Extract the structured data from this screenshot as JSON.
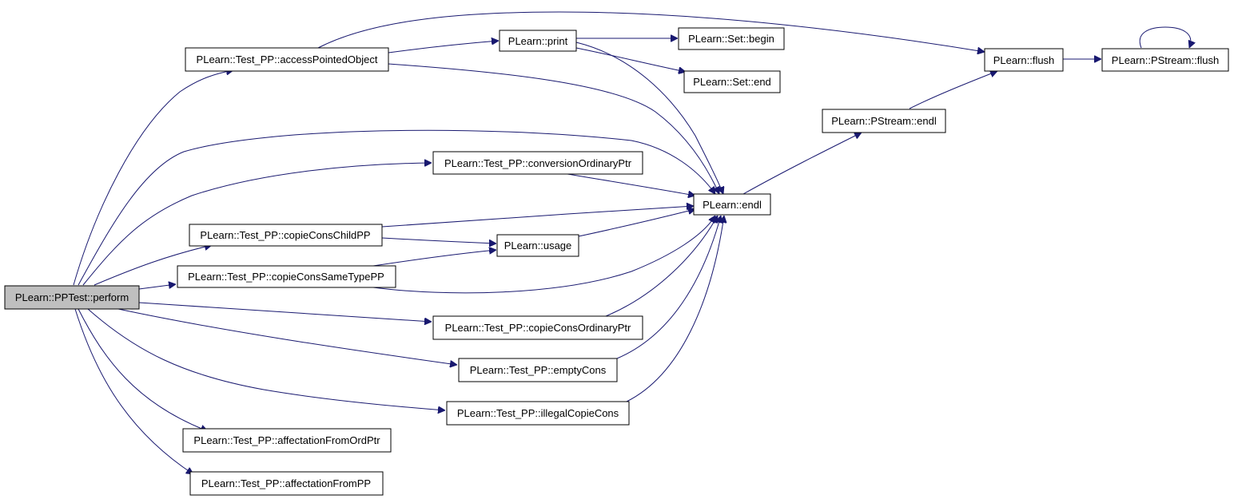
{
  "nodes": {
    "perform": "PLearn::PPTest::perform",
    "accessPointedObject": "PLearn::Test_PP::accessPointedObject",
    "print": "PLearn::print",
    "setBegin": "PLearn::Set::begin",
    "setEnd": "PLearn::Set::end",
    "flush": "PLearn::flush",
    "pstreamFlush": "PLearn::PStream::flush",
    "pstreamEndl": "PLearn::PStream::endl",
    "endl": "PLearn::endl",
    "conversionOrdinaryPtr": "PLearn::Test_PP::conversionOrdinaryPtr",
    "copieConsChildPP": "PLearn::Test_PP::copieConsChildPP",
    "usage": "PLearn::usage",
    "copieConsSameTypePP": "PLearn::Test_PP::copieConsSameTypePP",
    "copieConsOrdinaryPtr": "PLearn::Test_PP::copieConsOrdinaryPtr",
    "emptyCons": "PLearn::Test_PP::emptyCons",
    "illegalCopieCons": "PLearn::Test_PP::illegalCopieCons",
    "affectationFromOrdPtr": "PLearn::Test_PP::affectationFromOrdPtr",
    "affectationFromPP": "PLearn::Test_PP::affectationFromPP"
  },
  "edges": [
    [
      "perform",
      "accessPointedObject"
    ],
    [
      "perform",
      "endl"
    ],
    [
      "perform",
      "conversionOrdinaryPtr"
    ],
    [
      "perform",
      "copieConsChildPP"
    ],
    [
      "perform",
      "copieConsSameTypePP"
    ],
    [
      "perform",
      "copieConsOrdinaryPtr"
    ],
    [
      "perform",
      "emptyCons"
    ],
    [
      "perform",
      "illegalCopieCons"
    ],
    [
      "perform",
      "affectationFromOrdPtr"
    ],
    [
      "perform",
      "affectationFromPP"
    ],
    [
      "accessPointedObject",
      "print"
    ],
    [
      "accessPointedObject",
      "flush"
    ],
    [
      "accessPointedObject",
      "endl"
    ],
    [
      "print",
      "setBegin"
    ],
    [
      "print",
      "setEnd"
    ],
    [
      "print",
      "endl"
    ],
    [
      "conversionOrdinaryPtr",
      "endl"
    ],
    [
      "copieConsChildPP",
      "endl"
    ],
    [
      "copieConsChildPP",
      "usage"
    ],
    [
      "copieConsSameTypePP",
      "usage"
    ],
    [
      "copieConsSameTypePP",
      "endl"
    ],
    [
      "usage",
      "endl"
    ],
    [
      "copieConsOrdinaryPtr",
      "endl"
    ],
    [
      "emptyCons",
      "endl"
    ],
    [
      "illegalCopieCons",
      "endl"
    ],
    [
      "endl",
      "pstreamEndl"
    ],
    [
      "pstreamEndl",
      "flush"
    ],
    [
      "flush",
      "pstreamFlush"
    ],
    [
      "pstreamFlush",
      "pstreamFlush"
    ]
  ]
}
